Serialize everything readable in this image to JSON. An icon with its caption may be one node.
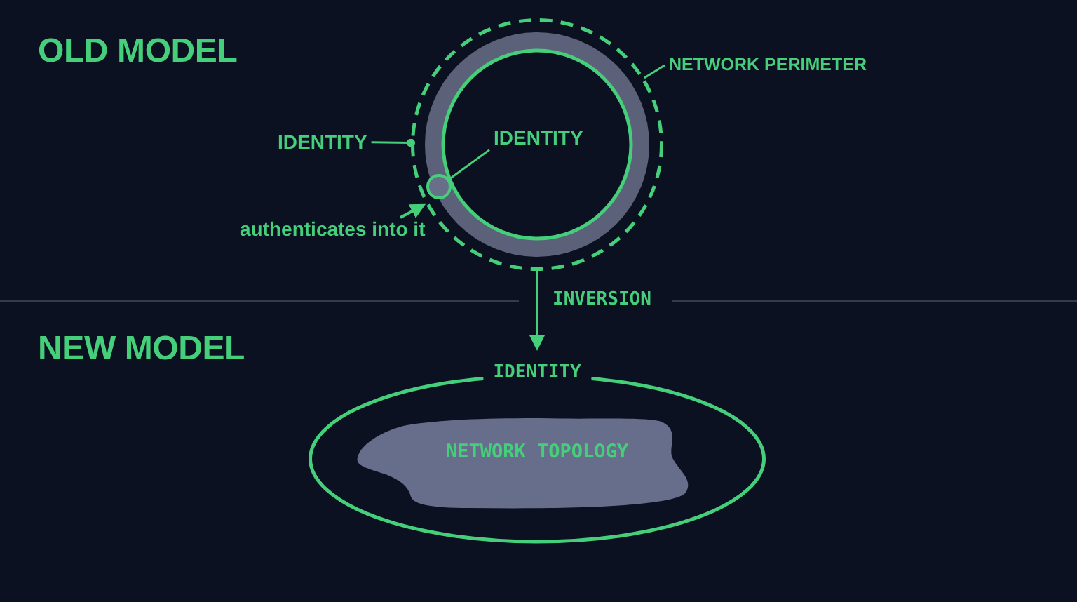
{
  "diagram": {
    "nodes": [
      {
        "text": [],
        "shape": "circle"
      },
      {
        "text": [],
        "shape": "circle",
        "in": 0
      },
      {
        "text": [
          "IDENTITY"
        ],
        "in": 1
      },
      {
        "text": [],
        "shape": "circle",
        "in": 0
      },
      {
        "text": [
          "IDENTITY"
        ]
      },
      {
        "text": [
          "authenticates into it"
        ]
      },
      {
        "text": [
          "NETWORK PERIMETER"
        ]
      },
      {
        "text": [
          "IDENTITY"
        ]
      },
      {
        "text": [
          "NETWORK TOPOLOGY"
        ],
        "in": 7
      }
    ],
    "edges": [
      {
        "from": 2,
        "to": 3,
        "arrow": "none"
      },
      {
        "from": 4,
        "to": 0,
        "arrow": "other"
      },
      {
        "from": 5,
        "to": 0,
        "arrow": "to"
      },
      {
        "from": 6,
        "to": 0,
        "arrow": "none"
      },
      {
        "from": 0,
        "to": 7,
        "arrow": "to",
        "label": "INVERSION"
      }
    ],
    "labels": [
      "OLD MODEL",
      "NEW MODEL"
    ]
  }
}
